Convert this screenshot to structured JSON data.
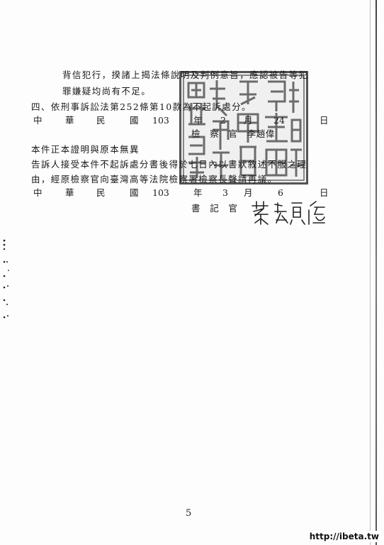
{
  "document": {
    "para_line1": "背信犯行，揆諸上揭法條說明及判例意旨，應認被告等犯",
    "para_line2": "罪嫌疑均尚有不足。",
    "item4": "四、依刑事訴訟法第252條第10款為不起訴處分。",
    "date1": {
      "c1": "中",
      "c2": "華",
      "c3": "民",
      "c4": "國",
      "year": "103",
      "y": "年",
      "month": "2",
      "m": "月",
      "day": "24",
      "d": "日"
    },
    "prosecutor": "檢　察　官　李趙偉",
    "certify": "本件正本證明與原本無異",
    "notice_line1": "告訴人接受本件不起訴處分書後得於七日內以書狀敘述不服之理",
    "notice_line2": "由，經原檢察官向臺灣高等法院檢察署檢察長聲請再議。",
    "date2": {
      "c1": "中",
      "c2": "華",
      "c3": "民",
      "c4": "國",
      "year": "103",
      "y": "年",
      "month": "3",
      "m": "月",
      "day": "6",
      "d": "日"
    },
    "clerk_label": "書　記　官",
    "page_number": "5"
  },
  "seal": {
    "text": "臺灣新竹地方法院檢察署"
  },
  "signature": {
    "text": "蔡貞信"
  },
  "watermark": "http://ibeta.tw"
}
